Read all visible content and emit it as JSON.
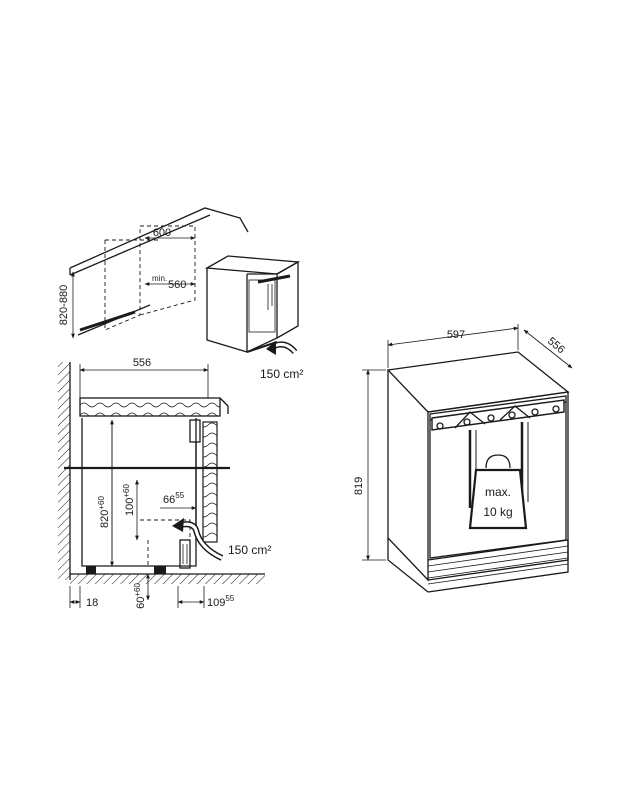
{
  "top_view": {
    "dim_width": "600",
    "dim_depth_prefix": "min.",
    "dim_depth": "560",
    "dim_height": "820-880",
    "vent_area": "150 cm²"
  },
  "side_view": {
    "dim_depth": "556",
    "dim_height_base": "820",
    "dim_height_tol": "+60",
    "dim_plinth_base": "100",
    "dim_plinth_tol": "+60",
    "dim_door_base": "66",
    "dim_door_tol": "55",
    "dim_rear": "18",
    "dim_feet_base": "60",
    "dim_feet_tol": "+60",
    "dim_front_base": "109",
    "dim_front_tol": "55",
    "vent_area": "150 cm²"
  },
  "appliance": {
    "dim_width": "597",
    "dim_depth": "556",
    "dim_height": "819",
    "load_line1": "max.",
    "load_line2": "10 kg"
  }
}
